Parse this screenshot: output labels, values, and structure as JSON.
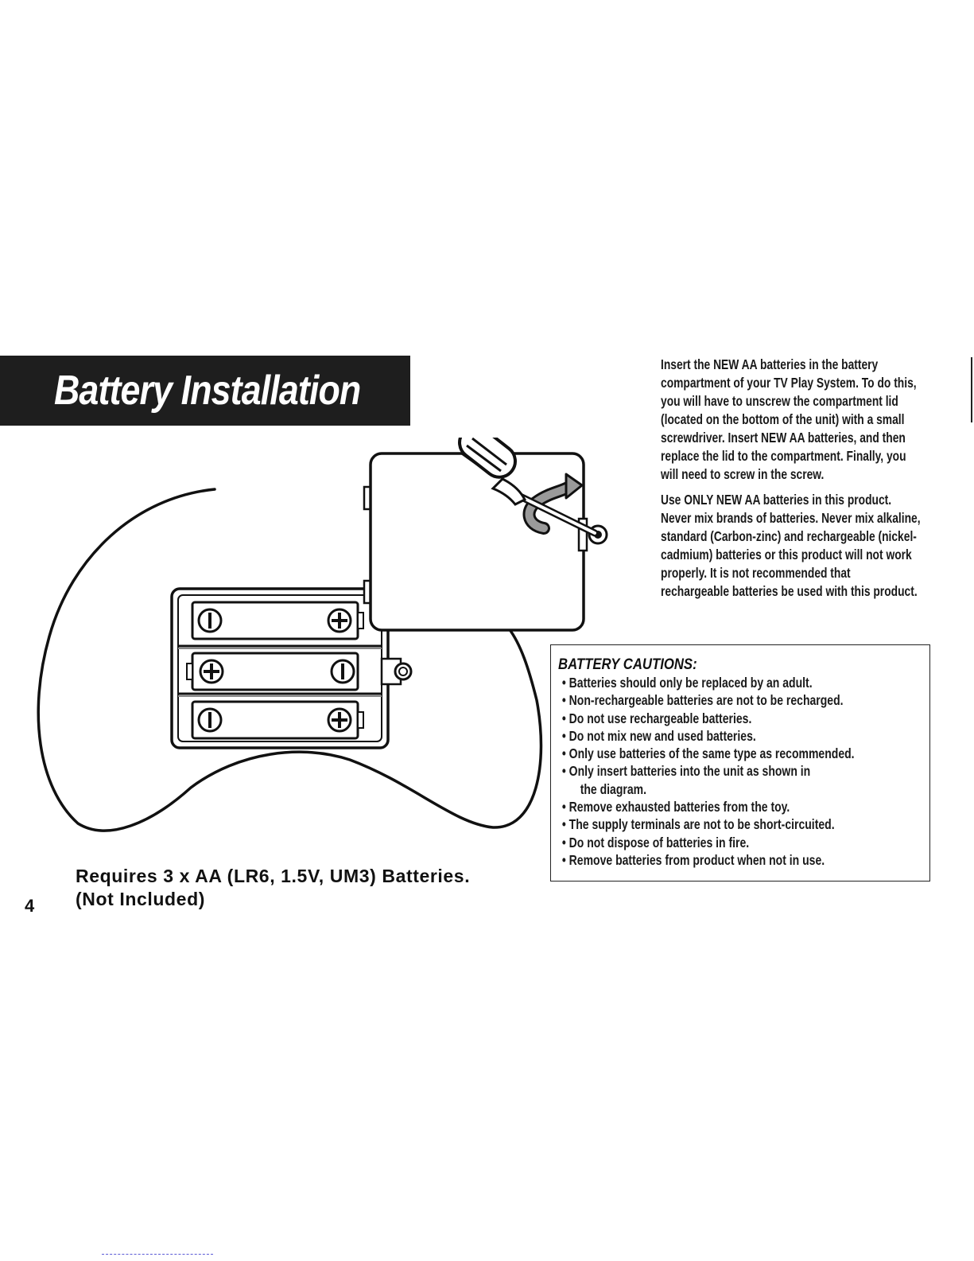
{
  "header": {
    "title": "Battery Installation"
  },
  "intro": {
    "paragraph_1": "Insert the NEW AA batteries in the battery compartment of your TV Play System. To do this, you will have to unscrew the compartment lid (located on the bottom of the unit) with a small screwdriver. Insert NEW AA batteries, and then replace the lid to the compartment. Finally, you will need to screw in the screw.",
    "paragraph_2": "Use ONLY NEW AA batteries in this product. Never mix brands of batteries. Never mix alkaline, standard (Carbon-zinc) and rechargeable (nickel-cadmium) batteries or this product will not work properly. It is not recommended that rechargeable batteries be used with this product."
  },
  "cautions": {
    "title": "BATTERY CAUTIONS:",
    "items": [
      "• Batteries should only be replaced by an adult.",
      "• Non-rechargeable batteries are not to be recharged.",
      "• Do not use rechargeable batteries.",
      "• Do not mix new and used batteries.",
      "• Only use batteries of the same type as recommended.",
      "• Only insert batteries into the unit as shown in",
      "• Remove exhausted batteries from the toy.",
      "• The supply terminals are not to be short-circuited.",
      "• Do not dispose of batteries in fire.",
      "• Remove batteries from product when not in use."
    ],
    "item_6_continuation": "the diagram."
  },
  "requirements": {
    "line_1": "Requires 3 x AA (LR6, 1.5V, UM3) Batteries.",
    "line_2": "(Not Included)"
  },
  "page_number": "4",
  "diagram": {
    "icons": [
      "controller-outline",
      "battery-compartment",
      "aa-battery",
      "compartment-lid",
      "screwdriver-icon",
      "rotate-arrow-icon",
      "screw-icon"
    ]
  }
}
